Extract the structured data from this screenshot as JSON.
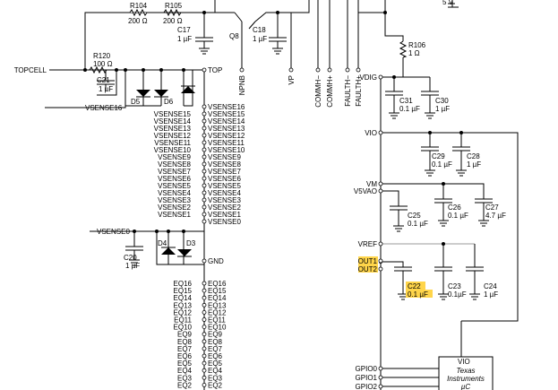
{
  "top_pins": {
    "npnb": "NPNB",
    "vp": "VP",
    "comm_l": "COMMH−",
    "comm_h": "COMMH+",
    "fault_l": "FAULTH−",
    "fault_h": "FAULTH+"
  },
  "left_net": {
    "topcell": "TOPCELL",
    "vsense16": "VSENSE16",
    "vsense0": "VSENSE0"
  },
  "components": {
    "r104": {
      "ref": "R104",
      "val": "200 Ω"
    },
    "r105": {
      "ref": "R105",
      "val": "200 Ω"
    },
    "q8": {
      "ref": "Q8"
    },
    "c17": {
      "ref": "C17",
      "val": "1 µF"
    },
    "c18": {
      "ref": "C18",
      "val": "1 µF"
    },
    "r120": {
      "ref": "R120",
      "val": "100 Ω"
    },
    "c21": {
      "ref": "C21",
      "val": "1 µF"
    },
    "d5": {
      "ref": "D5"
    },
    "d6": {
      "ref": "D6"
    },
    "d4": {
      "ref": "D4"
    },
    "d3": {
      "ref": "D3"
    },
    "c20": {
      "ref": "C20",
      "val": "1 µF"
    },
    "r106": {
      "ref": "R106",
      "val": "1 Ω"
    },
    "c31": {
      "ref": "C31",
      "val": "0.1 µF"
    },
    "c30": {
      "ref": "C30",
      "val": "1 µF"
    },
    "c29": {
      "ref": "C29",
      "val": "0.1 µF"
    },
    "c28": {
      "ref": "C28",
      "val": "1 µF"
    },
    "c25": {
      "ref": "C25",
      "val": "0.1 µF"
    },
    "c26": {
      "ref": "C26",
      "val": "0.1 µF"
    },
    "c27": {
      "ref": "C27",
      "val": "4.7 µF"
    },
    "c22": {
      "ref": "C22",
      "val": "0.1 µF"
    },
    "c23": {
      "ref": "C23",
      "val": "0.1µF"
    },
    "c24": {
      "ref": "C24",
      "val": "1 µF"
    }
  },
  "top_right_label": "5 V",
  "ic": {
    "top": "TOP",
    "gnd": "GND",
    "vsense_left": [
      "VSENSE15",
      "VSENSE14",
      "VSENSE13",
      "VSENSE12",
      "VSENSE11",
      "VSENSE10",
      "VSENSE9",
      "VSENSE8",
      "VSENSE7",
      "VSENSE6",
      "VSENSE5",
      "VSENSE4",
      "VSENSE3",
      "VSENSE2",
      "VSENSE1"
    ],
    "vsense_right": [
      "VSENSE16",
      "VSENSE15",
      "VSENSE14",
      "VSENSE13",
      "VSENSE12",
      "VSENSE11",
      "VSENSE10",
      "VSENSE9",
      "VSENSE8",
      "VSENSE7",
      "VSENSE6",
      "VSENSE5",
      "VSENSE4",
      "VSENSE3",
      "VSENSE2",
      "VSENSE1",
      "VSENSE0"
    ],
    "eq_left": [
      "EQ16",
      "EQ15",
      "EQ14",
      "EQ13",
      "EQ12",
      "EQ11",
      "EQ10",
      "EQ9",
      "EQ8",
      "EQ7",
      "EQ6",
      "EQ5",
      "EQ4",
      "EQ3",
      "EQ2"
    ],
    "eq_right": [
      "EQ16",
      "EQ15",
      "EQ14",
      "EQ13",
      "EQ12",
      "EQ11",
      "EQ10",
      "EQ9",
      "EQ8",
      "EQ7",
      "EQ6",
      "EQ5",
      "EQ4",
      "EQ3",
      "EQ2"
    ],
    "right_pins": {
      "vdig": "VDIG",
      "vio": "VIO",
      "vm": "VM",
      "v5vao": "V5VAO",
      "vref": "VREF",
      "out1": "OUT1",
      "out2": "OUT2"
    },
    "gpio": [
      "GPIO0",
      "GPIO1",
      "GPIO2"
    ]
  },
  "mcu": {
    "vio": "VIO",
    "line1": "Texas",
    "line2": "Instruments",
    "line3": "µC"
  }
}
